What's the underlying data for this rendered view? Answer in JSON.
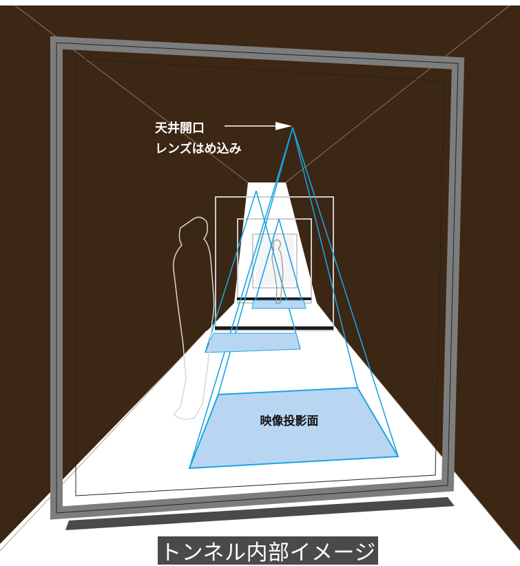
{
  "labels": {
    "lens_line1": "天井開口",
    "lens_line2": "レンズはめ込み",
    "projection_surface": "映像投影面",
    "caption": "トンネル内部イメージ"
  },
  "colors": {
    "wall": "#3c2614",
    "frame": "#7d7d7d",
    "floor": "#ffffff",
    "projection_fill": "#b8d6f2",
    "projection_line": "#1aa4e0",
    "caption_bg": "#4a4a4a"
  },
  "icons": [
    "arrow-right-icon",
    "human-silhouette-icon"
  ]
}
